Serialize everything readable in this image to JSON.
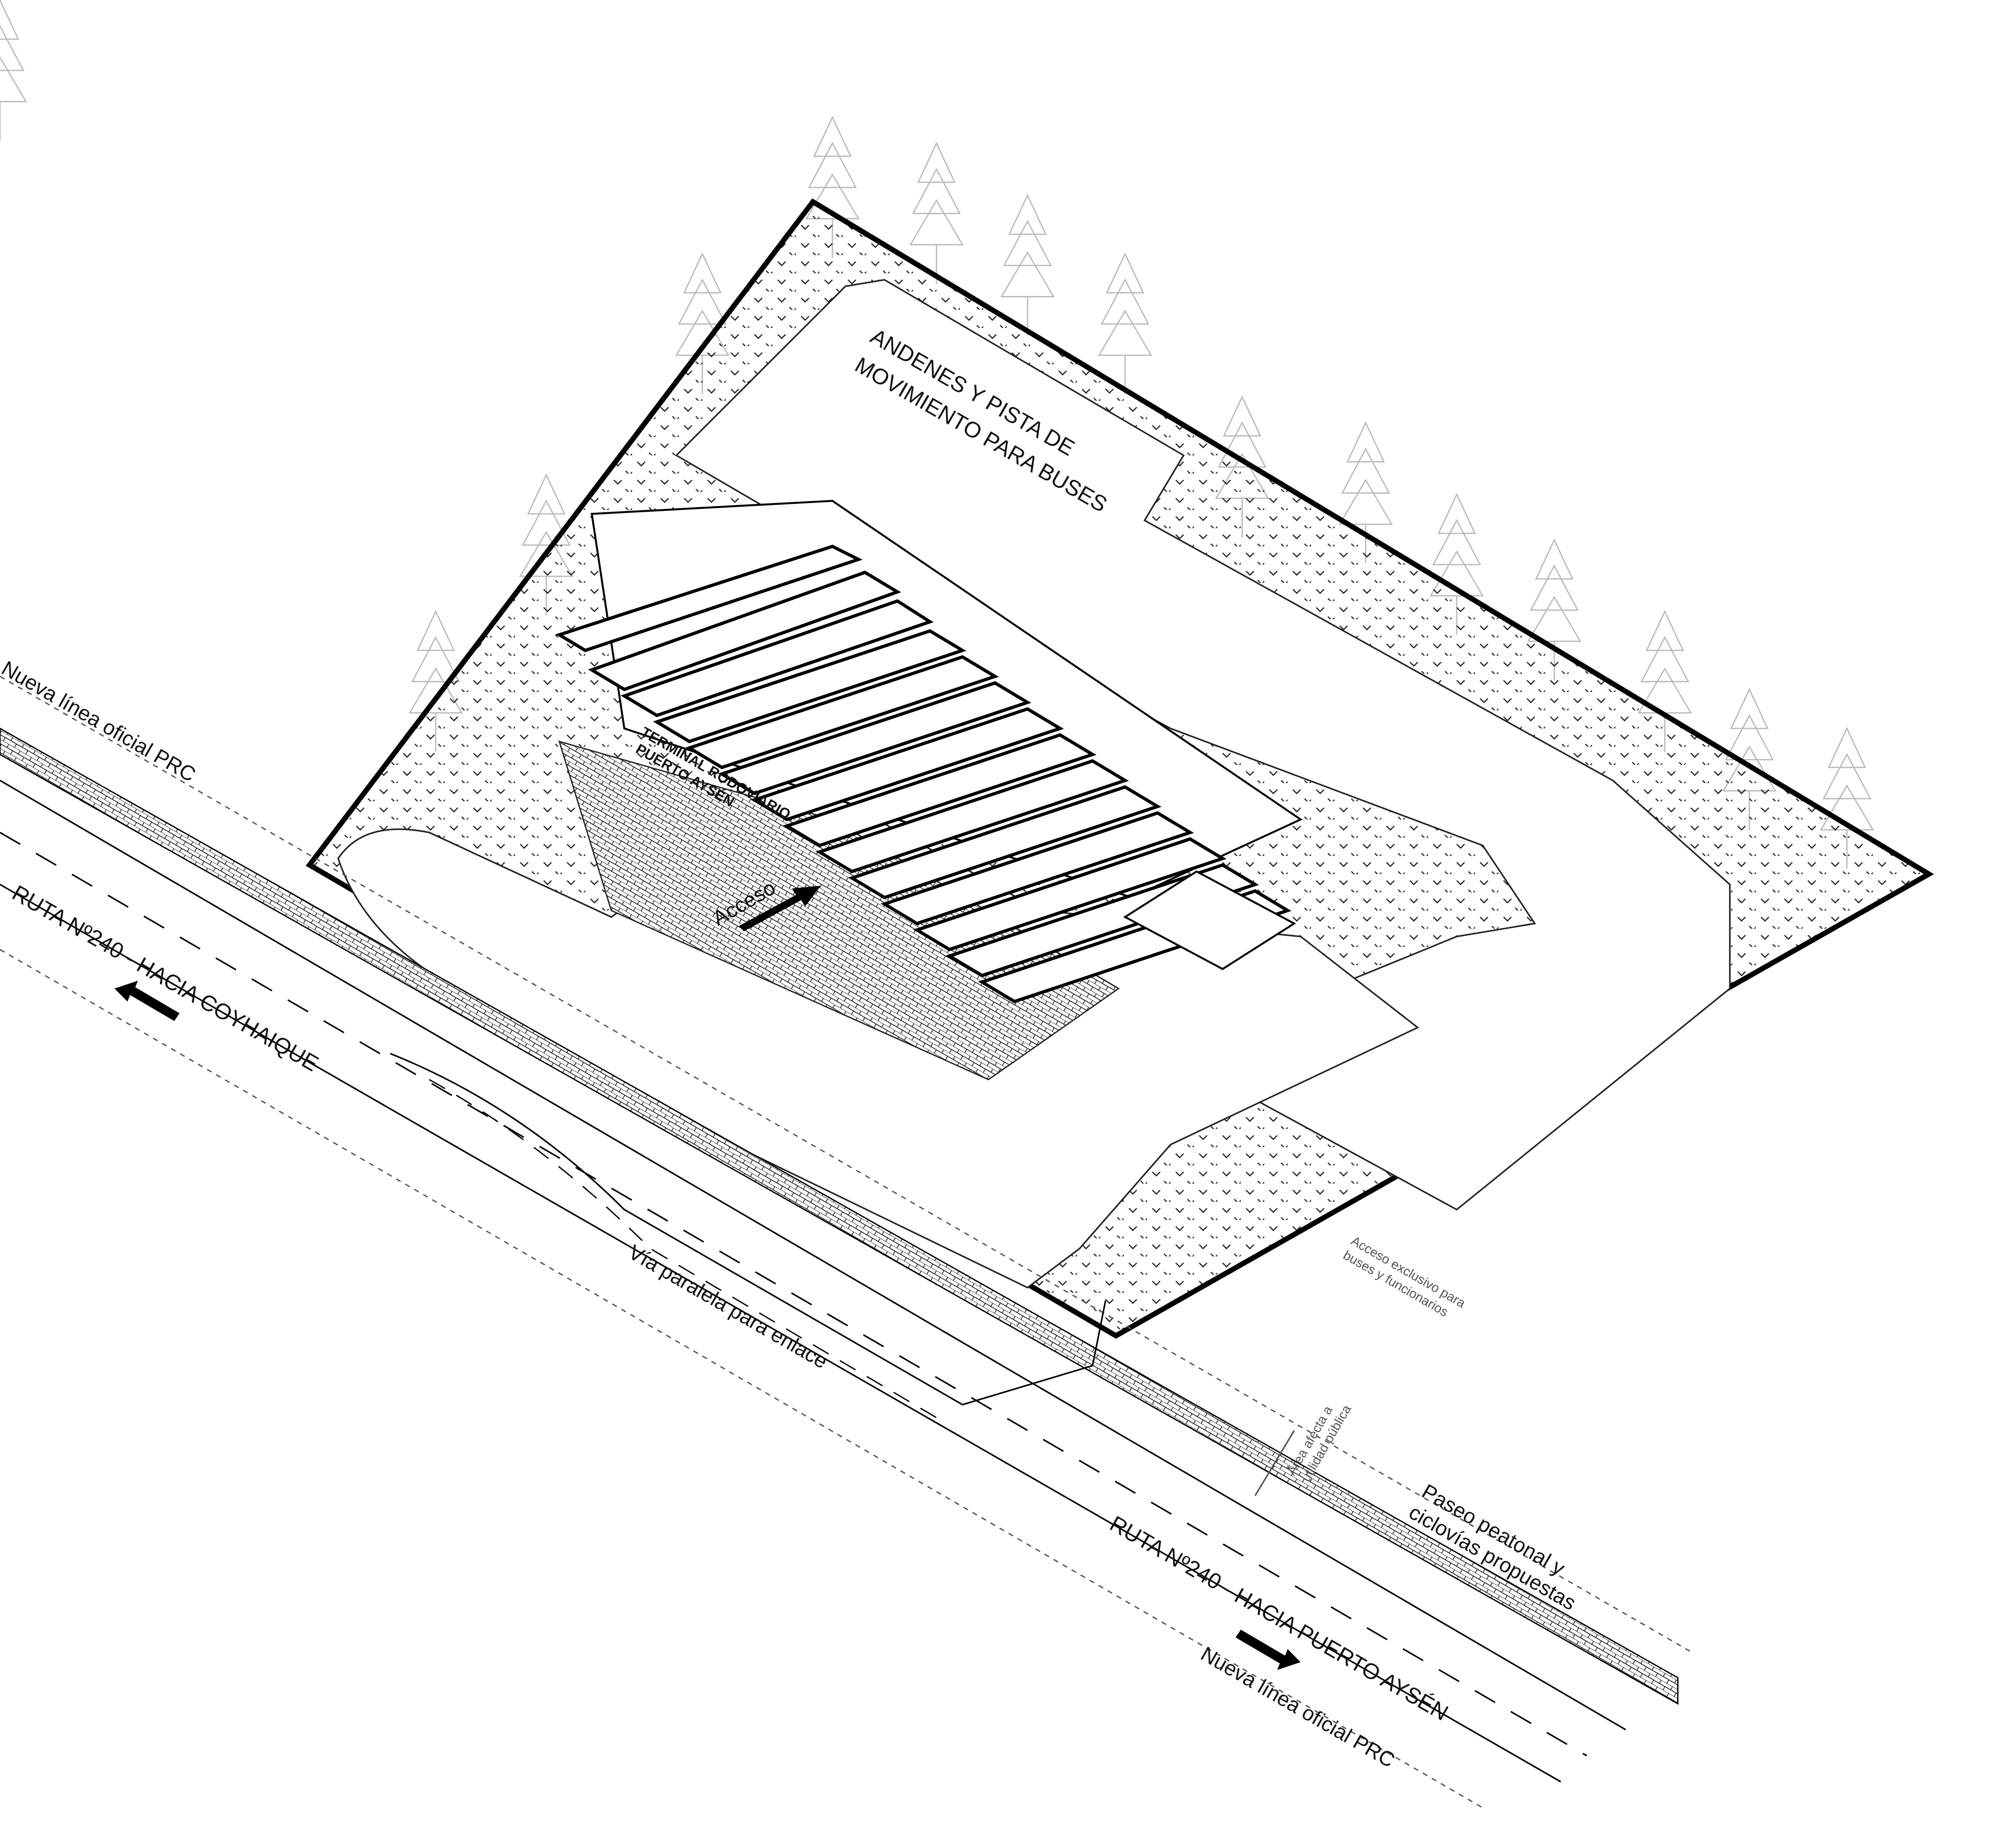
{
  "labels": {
    "prc_line_top": "Nueva línea oficial PRC",
    "route_coyhaique": "RUTA Nº240 - HACIA COYHAIQUE",
    "parallel_road": "Vía paralela para enlace",
    "access": "Acceso",
    "terminal_name_1": "TERMINAL RODOVIARIO",
    "terminal_name_2": "PUERTO AYSÉN",
    "platforms_1": "ANDENES Y  PISTA DE",
    "platforms_2": "MOVIMIENTO PARA BUSES",
    "bus_access_1": "Acceso exclusivo para",
    "bus_access_2": "buses y funcionarios",
    "public_area_1": "Área afecta a",
    "public_area_2": "utilidad pública",
    "promenade_1": "Paseo peatonal y",
    "promenade_2": "ciclovías propuestas",
    "route_puerto_aysen": "RUTA Nº240 - HACIA PUERTO AYSÉN",
    "prc_line_bottom": "Nueva línea oficial PRC"
  },
  "colors": {
    "line": "#111111",
    "hatch": "#444444",
    "arrow_light": "#cccccc",
    "note": "#555555"
  }
}
